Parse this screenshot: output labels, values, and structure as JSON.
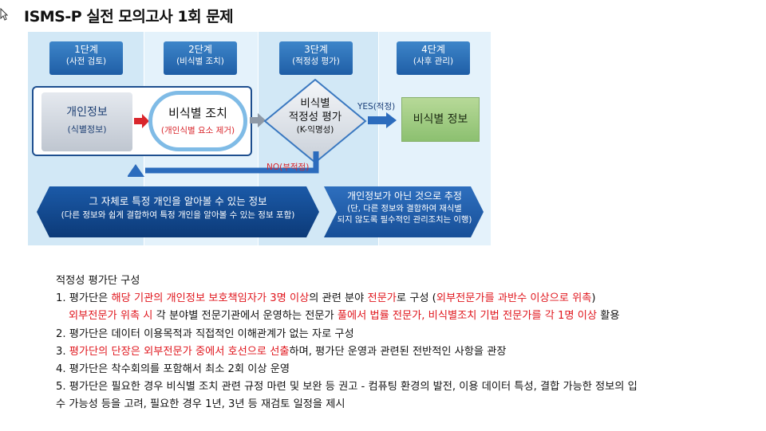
{
  "title": "ISMS-P 실전 모의고사 1회 문제",
  "stages": [
    {
      "label": "1단계",
      "sub": "(사전 검토)"
    },
    {
      "label": "2단계",
      "sub": "(비식별 조치)"
    },
    {
      "label": "3단계",
      "sub": "(적정성 평가)"
    },
    {
      "label": "4단계",
      "sub": "(사후 관리)"
    }
  ],
  "nodes": {
    "personal_info": {
      "label": "개인정보",
      "sub": "(식별정보)"
    },
    "deidentify": {
      "label": "비식별 조치",
      "sub": "(개인식별 요소 제거)"
    },
    "assessment": {
      "label1": "비식별",
      "label2": "적정성 평가",
      "sub": "(K-익명성)"
    },
    "deidentified_info": {
      "label": "비식별 정보"
    }
  },
  "edges": {
    "yes": "YES(적정)",
    "no": "NO(부적정)"
  },
  "banners": {
    "left": {
      "line1": "그 자체로 특정 개인을 알아볼 수 있는 정보",
      "line2": "(다른 정보와 쉽게 결합하여 특정 개인을 알아볼 수 있는 정보 포함)"
    },
    "right": {
      "line1": "개인정보가 아닌 것으로 추정",
      "line2": "(단, 다른 정보와 결합하여 재식별",
      "line3": "되지 않도록 필수적인 관리조치는 이행)"
    }
  },
  "body": {
    "heading": "적정성 평가단 구성",
    "l1_prefix": "1. 평가단은 ",
    "l1_red1": "해당 기관의 개인정보 보호책임자가 3명 이상",
    "l1_mid": "의 관련 분야 ",
    "l1_red2": "전문가",
    "l1_mid2": "로 구성 (",
    "l1_red3": "외부전문가를 과반수 이상으로 위촉",
    "l1_end": ")",
    "l1b_red1": "외부전문가 위촉 시",
    "l1b_mid": " 각 분야별 전문기관에서 운영하는 전문가 ",
    "l1b_red2": "풀에서 법률 전문가, 비식별조치 기법 전문가를 각 1명 이상",
    "l1b_end": " 활용",
    "l2": "2. 평가단은 데이터 이용목적과 직접적인 이해관계가 없는 자로 구성",
    "l3_prefix": "3. ",
    "l3_red": "평가단의 단장은 외부전문가 중에서 호선으로 선출",
    "l3_end": "하며, 평가단 운영과 관련된 전반적인 사항을 관장",
    "l4": "4. 평가단은 착수회의를 포함해서 최소 2회 이상 운영",
    "l5a": "5. 평가단은 필요한 경우 비식별 조치 관련 규정 마련 및 보완 등 권고 - 컴퓨팅 환경의 발전, 이용 데이터 특성, 결합 가능한 정보의 입",
    "l5b": "수 가능성 등을 고려, 필요한 경우 1년, 3년 등 재검토 일정을 제시"
  }
}
